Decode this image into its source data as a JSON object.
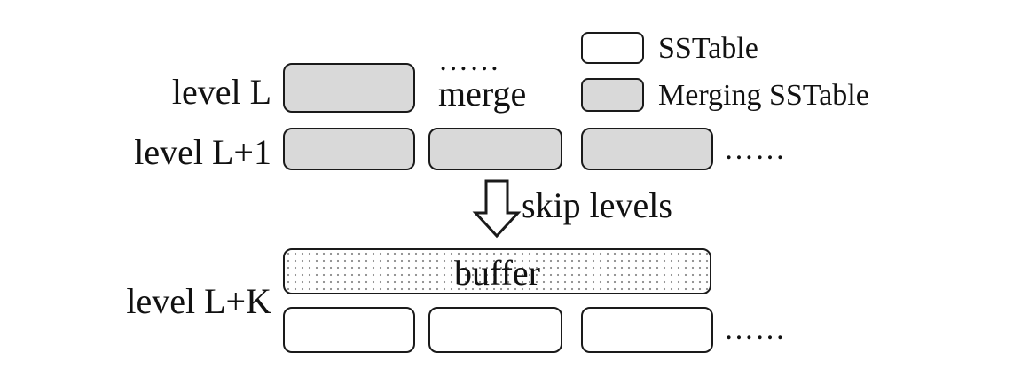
{
  "levels": {
    "level_l": "level L",
    "level_l1": "level L+1",
    "level_lk": "level L+K"
  },
  "labels": {
    "merge": "merge",
    "skip": "skip levels",
    "buffer": "buffer",
    "ellipsis": "……",
    "merge_ellipsis": "……"
  },
  "legend": {
    "sstable": "SSTable",
    "merging_sstable": "Merging SSTable"
  },
  "colors": {
    "merging_fill": "#d9d9d9",
    "sstable_fill": "#ffffff",
    "outline": "#1a1a1a"
  }
}
